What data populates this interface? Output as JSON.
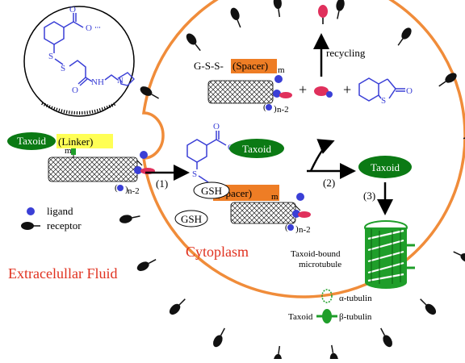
{
  "labels": {
    "taxoid_extracellular": "Taxoid",
    "linker": "(Linker)",
    "linker_sub_m": "m",
    "nanotube_n2_left": "n-2",
    "legend_ligand": "ligand",
    "legend_receptor": "receptor",
    "extracellular_fluid": "Extracelullar Fluid",
    "cytoplasm": "Cytoplasm",
    "step1": "(1)",
    "step2": "(2)",
    "step3": "(3)",
    "gss_prefix": "G-S-S-",
    "spacer_top": "(Spacer)",
    "spacer_top_sub": "m",
    "nanotube_n2_top": "n-2",
    "plus1": "+",
    "plus2": "+",
    "recycling": "recycling",
    "taxoid_middle": "Taxoid",
    "spacer_mid": "(Spacer)",
    "spacer_mid_sub": "m",
    "gsh_1": "GSH",
    "gsh_2": "GSH",
    "nanotube_n2_mid": "n-2",
    "taxoid_released": "Taxoid",
    "taxoid_bound_line1": "Taxoid-bound",
    "taxoid_bound_line2": "microtubule",
    "alpha_tubulin": "α-tubulin",
    "beta_tubulin": "β-tubulin",
    "taxoid_tubulin": "Taxoid",
    "inset_chem_nh": "NH",
    "inset_chem_n": "N",
    "inset_chem_s1": "S",
    "inset_chem_s2": "S",
    "inset_chem_o": "O",
    "thiolactone_s": "S",
    "thiolactone_o": "O",
    "mid_chem_s1": "S",
    "mid_chem_s2": "S",
    "mid_chem_o": "O"
  },
  "colors": {
    "cell_membrane": "#f08c3a",
    "taxoid_green": "#0b7a14",
    "spacer_orange": "#ee7d25",
    "linker_yellow": "#ffff55",
    "extracellular_red": "#e0301e",
    "ligand_blue": "#3a3fd6",
    "receptor_pink": "#e0305c",
    "chem_blue": "#3a3fd6",
    "microtubule_green": "#1f9e2a"
  }
}
